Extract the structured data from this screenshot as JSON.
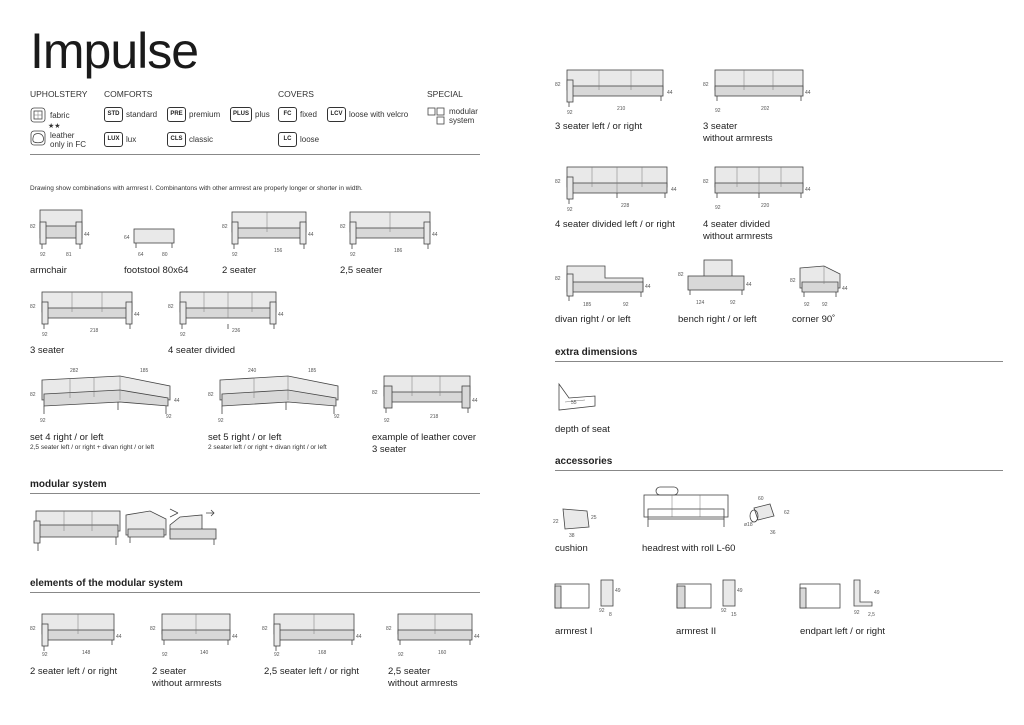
{
  "title": "Impulse",
  "headers": {
    "upholstery": "UPHOLSTERY",
    "comforts": "COMFORTS",
    "covers": "COVERS",
    "special": "SPECIAL"
  },
  "upholstery": {
    "fabric": "fabric",
    "leather": "leather",
    "leather2": "only in FC"
  },
  "comforts": [
    {
      "code": "STD",
      "label": "standard"
    },
    {
      "code": "PRE",
      "label": "premium"
    },
    {
      "code": "PLUS",
      "label": "plus"
    },
    {
      "code": "LUX",
      "label": "lux"
    },
    {
      "code": "CLS",
      "label": "classic"
    }
  ],
  "covers": [
    {
      "code": "FC",
      "label": "fixed"
    },
    {
      "code": "LCV",
      "label": "loose with velcro"
    },
    {
      "code": "LC",
      "label": "loose"
    }
  ],
  "special": {
    "l1": "modular",
    "l2": "system"
  },
  "note": "Drawing show combinations with armrest I. Combinantons with other armrest are properly longer or shorter in width.",
  "items": {
    "armchair": "armchair",
    "footstool": "footstool 80x64",
    "seater2": "2 seater",
    "seater25": "2,5 seater",
    "seater3": "3 seater",
    "seater4": "4 seater divided",
    "set4": "set 4 right / or left",
    "set4sub": "2,5 seater left / or right + divan right / or left",
    "set5": "set 5 right / or left",
    "set5sub": "2 seater left / or right + divan right / or left",
    "leather1": "example of leather cover",
    "leather2": "3 seater"
  },
  "sections": {
    "modular": "modular system",
    "elements": "elements of the modular system",
    "extra": "extra dimensions",
    "acc": "accessories"
  },
  "elements": {
    "e1": "2 seater left / or right",
    "e2a": "2 seater",
    "e2b": "without armrests",
    "e3": "2,5 seater left / or right",
    "e4a": "2,5 seater",
    "e4b": "without armrests"
  },
  "right": {
    "r1": "3 seater left / or right",
    "r2a": "3 seater",
    "r2b": "without armrests",
    "r3": "4 seater divided left / or right",
    "r4a": "4 seater divided",
    "r4b": "without armrests",
    "r5": "divan right / or left",
    "r6": "bench right / or left",
    "r7": "corner 90˚",
    "depth": "depth of seat",
    "cushion": "cushion",
    "headrest": "headrest with roll L-60",
    "arm1": "armrest I",
    "arm2": "armrest II",
    "endpart": "endpart left / or right"
  },
  "dims": {
    "h82": "82",
    "h44": "44",
    "d92": "92",
    "w81": "81",
    "w64": "64",
    "w80": "80",
    "w156": "156",
    "w186": "186",
    "w218": "218",
    "w236": "236",
    "w282": "282",
    "w185": "185",
    "w240": "240",
    "w148": "148",
    "w140": "140",
    "w168": "168",
    "w160": "160",
    "w210": "210",
    "w202": "202",
    "w228": "228",
    "w220": "220",
    "w124": "124",
    "h22": "22",
    "w38": "38",
    "w25": "25",
    "w60": "60",
    "w18": "ø18",
    "h62": "62",
    "w36": "36",
    "h49": "49",
    "w8": "8",
    "w15": "15",
    "w25b": "2,5",
    "h55": "55"
  }
}
